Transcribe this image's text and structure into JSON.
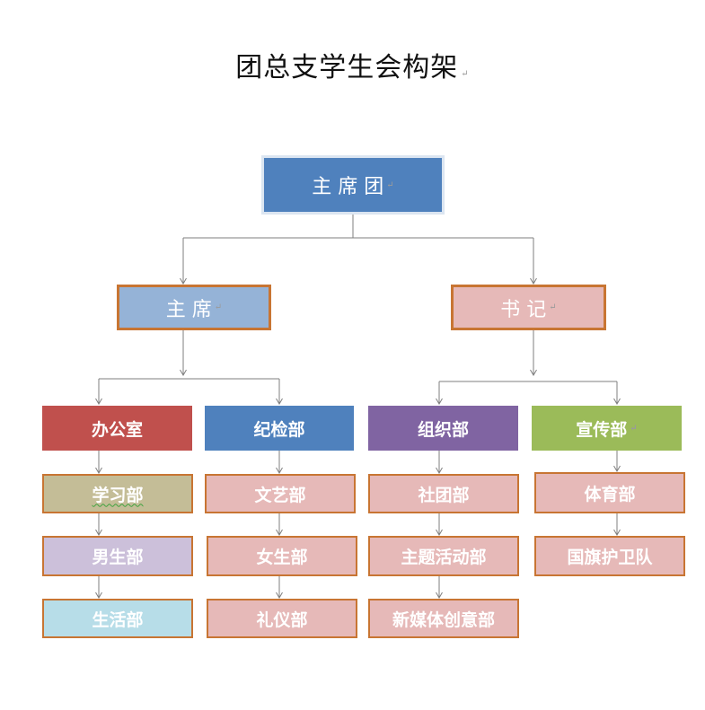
{
  "title": "团总支学生会构架",
  "para_mark": "↵",
  "colors": {
    "top": "#4f81bd",
    "chairman": "#95b3d7",
    "secretary": "#e6b9b8",
    "office": "#c0504d",
    "discipline": "#4f81bd",
    "organization": "#8064a2",
    "publicity": "#9bbb59",
    "study": "#c4bd97",
    "male": "#ccc0da",
    "life": "#b7dde8",
    "pink": "#e6b9b8",
    "border_orange": "#c87533"
  },
  "nodes": {
    "top": "主 席 团",
    "chairman": "主 席",
    "secretary": "书 记",
    "office": "办公室",
    "discipline": "纪检部",
    "organization": "组织部",
    "publicity": "宣传部",
    "study": "学习部",
    "male": "男生部",
    "life": "生活部",
    "arts": "文艺部",
    "female": "女生部",
    "etiquette": "礼仪部",
    "clubs": "社团部",
    "theme": "主题活动部",
    "media": "新媒体创意部",
    "sports": "体育部",
    "flag": "国旗护卫队"
  }
}
